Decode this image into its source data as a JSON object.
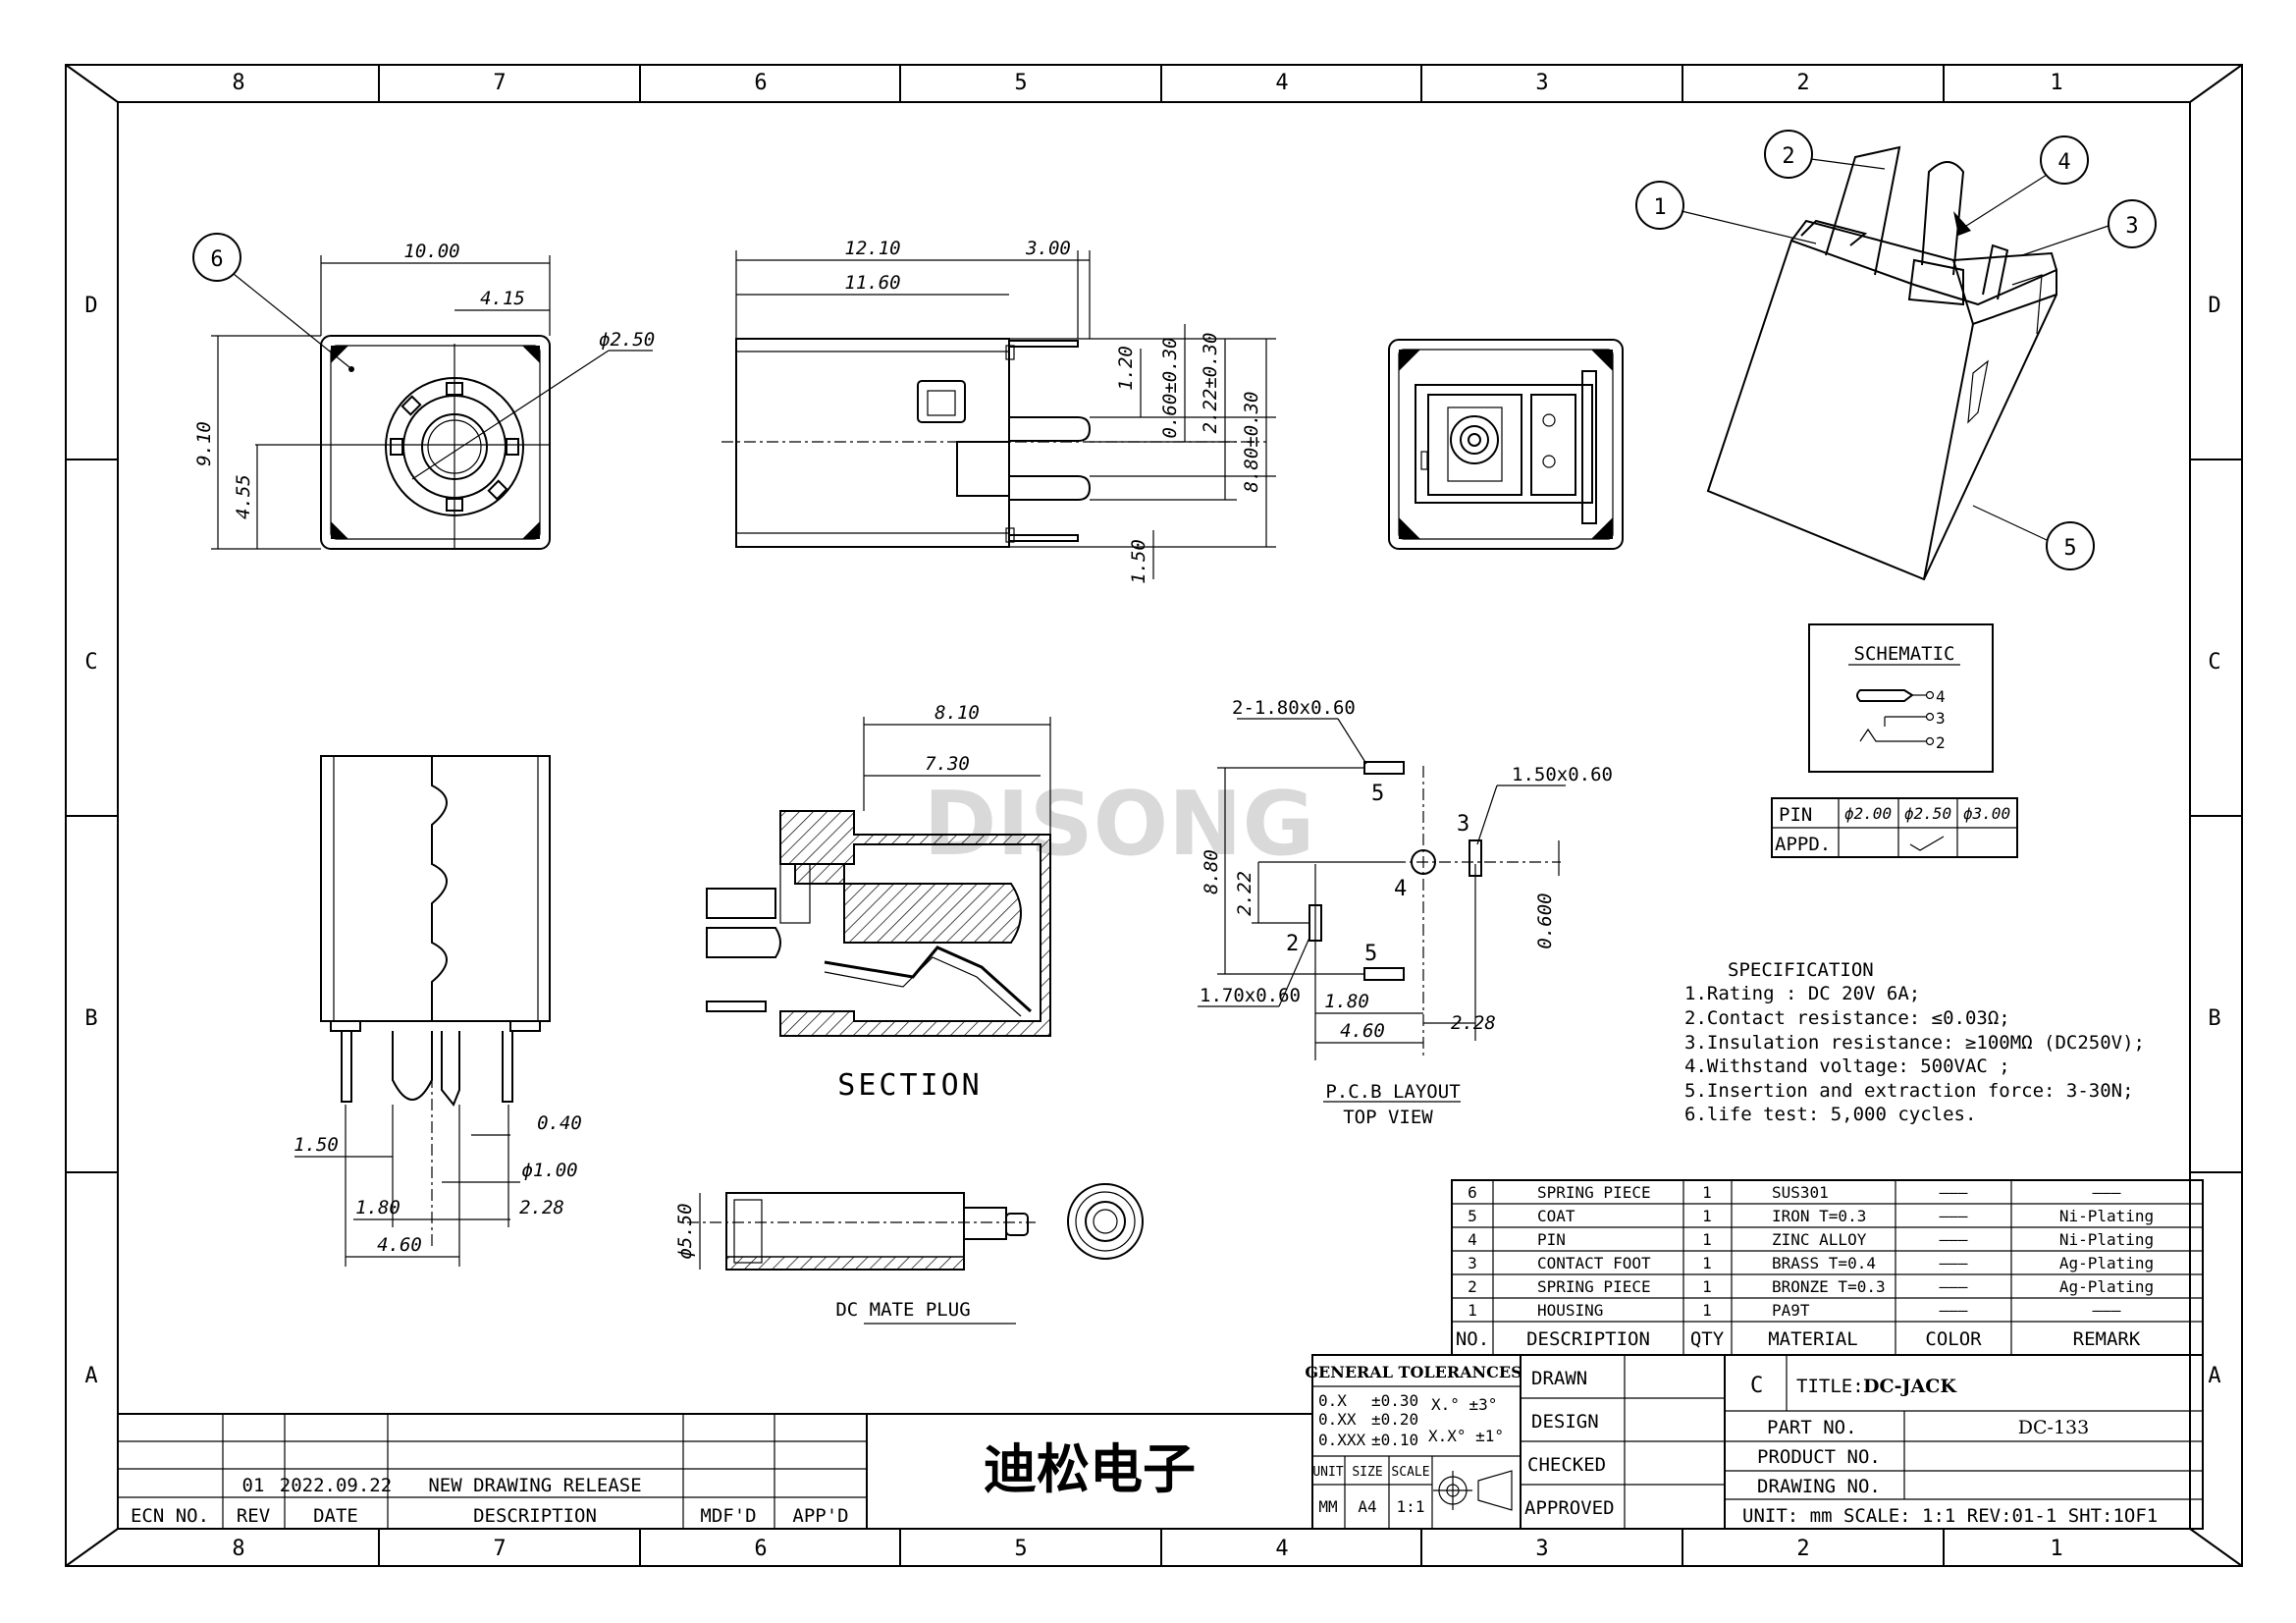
{
  "frame": {
    "zones_top": [
      "8",
      "7",
      "6",
      "5",
      "4",
      "3",
      "2",
      "1"
    ],
    "zones_side": [
      "D",
      "C",
      "B",
      "A"
    ]
  },
  "watermark": "DISONG",
  "views": {
    "front": {
      "callout": "6",
      "dims": [
        "10.00",
        "4.15",
        "ϕ2.50",
        "9.10",
        "4.55"
      ]
    },
    "side": {
      "dims": [
        "12.10",
        "11.60",
        "3.00",
        "1.20",
        "0.60±0.30",
        "2.22±0.30",
        "8.80±0.30",
        "1.50"
      ]
    },
    "bottom": {
      "dims": [
        "1.50",
        "0.40",
        "ϕ1.00",
        "1.80",
        "2.28",
        "4.60"
      ]
    },
    "section": {
      "label": "SECTION",
      "dims": [
        "8.10",
        "7.30"
      ]
    },
    "plug": {
      "label": "DC MATE PLUG",
      "dims": [
        "ϕ5.50"
      ]
    },
    "pcb": {
      "label": "P.C.B LAYOUT",
      "sublabel": "TOP VIEW",
      "dims": [
        "2-1.80x0.60",
        "1.50x0.60",
        "8.80",
        "2.22",
        "0.600",
        "1.70x0.60",
        "1.80",
        "4.60",
        "2.28"
      ],
      "pins": [
        "5",
        "3",
        "4",
        "2",
        "5"
      ]
    },
    "iso": {
      "callouts": [
        "1",
        "2",
        "4",
        "3",
        "5"
      ]
    }
  },
  "schematic": {
    "title": "SCHEMATIC",
    "pins": [
      "4",
      "3",
      "2"
    ]
  },
  "pin_table": {
    "row1": [
      "PIN",
      "ϕ2.00",
      "ϕ2.50",
      "ϕ3.00"
    ],
    "row2_label": "APPD."
  },
  "specification": {
    "title": "SPECIFICATION",
    "lines": [
      "1.Rating : DC 20V 6A;",
      "2.Contact resistance: ≤0.03Ω;",
      "3.Insulation resistance: ≥100MΩ (DC250V);",
      "4.Withstand voltage: 500VAC ;",
      "5.Insertion and extraction force: 3-30N;",
      "6.life test: 5,000 cycles."
    ]
  },
  "bom": {
    "headers": [
      "NO.",
      "DESCRIPTION",
      "QTY",
      "MATERIAL",
      "COLOR",
      "REMARK"
    ],
    "rows": [
      [
        "6",
        "SPRING PIECE",
        "1",
        "SUS301",
        "———",
        "———"
      ],
      [
        "5",
        "COAT",
        "1",
        "IRON    T=0.3",
        "———",
        "Ni-Plating"
      ],
      [
        "4",
        "PIN",
        "1",
        "ZINC   ALLOY",
        "———",
        "Ni-Plating"
      ],
      [
        "3",
        "CONTACT FOOT",
        "1",
        "BRASS   T=0.4",
        "———",
        "Ag-Plating"
      ],
      [
        "2",
        "SPRING PIECE",
        "1",
        "BRONZE  T=0.3",
        "———",
        "Ag-Plating"
      ],
      [
        "1",
        "HOUSING",
        "1",
        "PA9T",
        "———",
        "———"
      ]
    ]
  },
  "tolerances": {
    "title": "GENERAL TOLERANCES",
    "rows": [
      [
        "0.X",
        "±0.30",
        "X.°  ±3°"
      ],
      [
        "0.XX",
        "±0.20",
        ""
      ],
      [
        "0.XXX",
        "±0.10",
        "X.X°  ±1°"
      ]
    ],
    "unit_headers": [
      "UNIT",
      "SIZE",
      "SCALE"
    ],
    "unit_values": [
      "MM",
      "A4",
      "1:1"
    ]
  },
  "signoff": [
    "DRAWN",
    "DESIGN",
    "CHECKED",
    "APPROVED"
  ],
  "title_block": {
    "rev_letter": "C",
    "title_label": "TITLE:",
    "title_value": "DC-JACK",
    "part_label": "PART NO.",
    "part_value": "DC-133",
    "product_label": "PRODUCT NO.",
    "drawing_label": "DRAWING NO.",
    "footer": "UNIT: mm   SCALE: 1:1   REV:01-1   SHT:1OF1"
  },
  "company": "迪松电子",
  "revision": {
    "headers": [
      "ECN NO.",
      "REV",
      "DATE",
      "DESCRIPTION",
      "MDF'D",
      "APP'D"
    ],
    "row": [
      "",
      "01",
      "2022.09.22",
      "NEW DRAWING RELEASE",
      "",
      ""
    ]
  }
}
